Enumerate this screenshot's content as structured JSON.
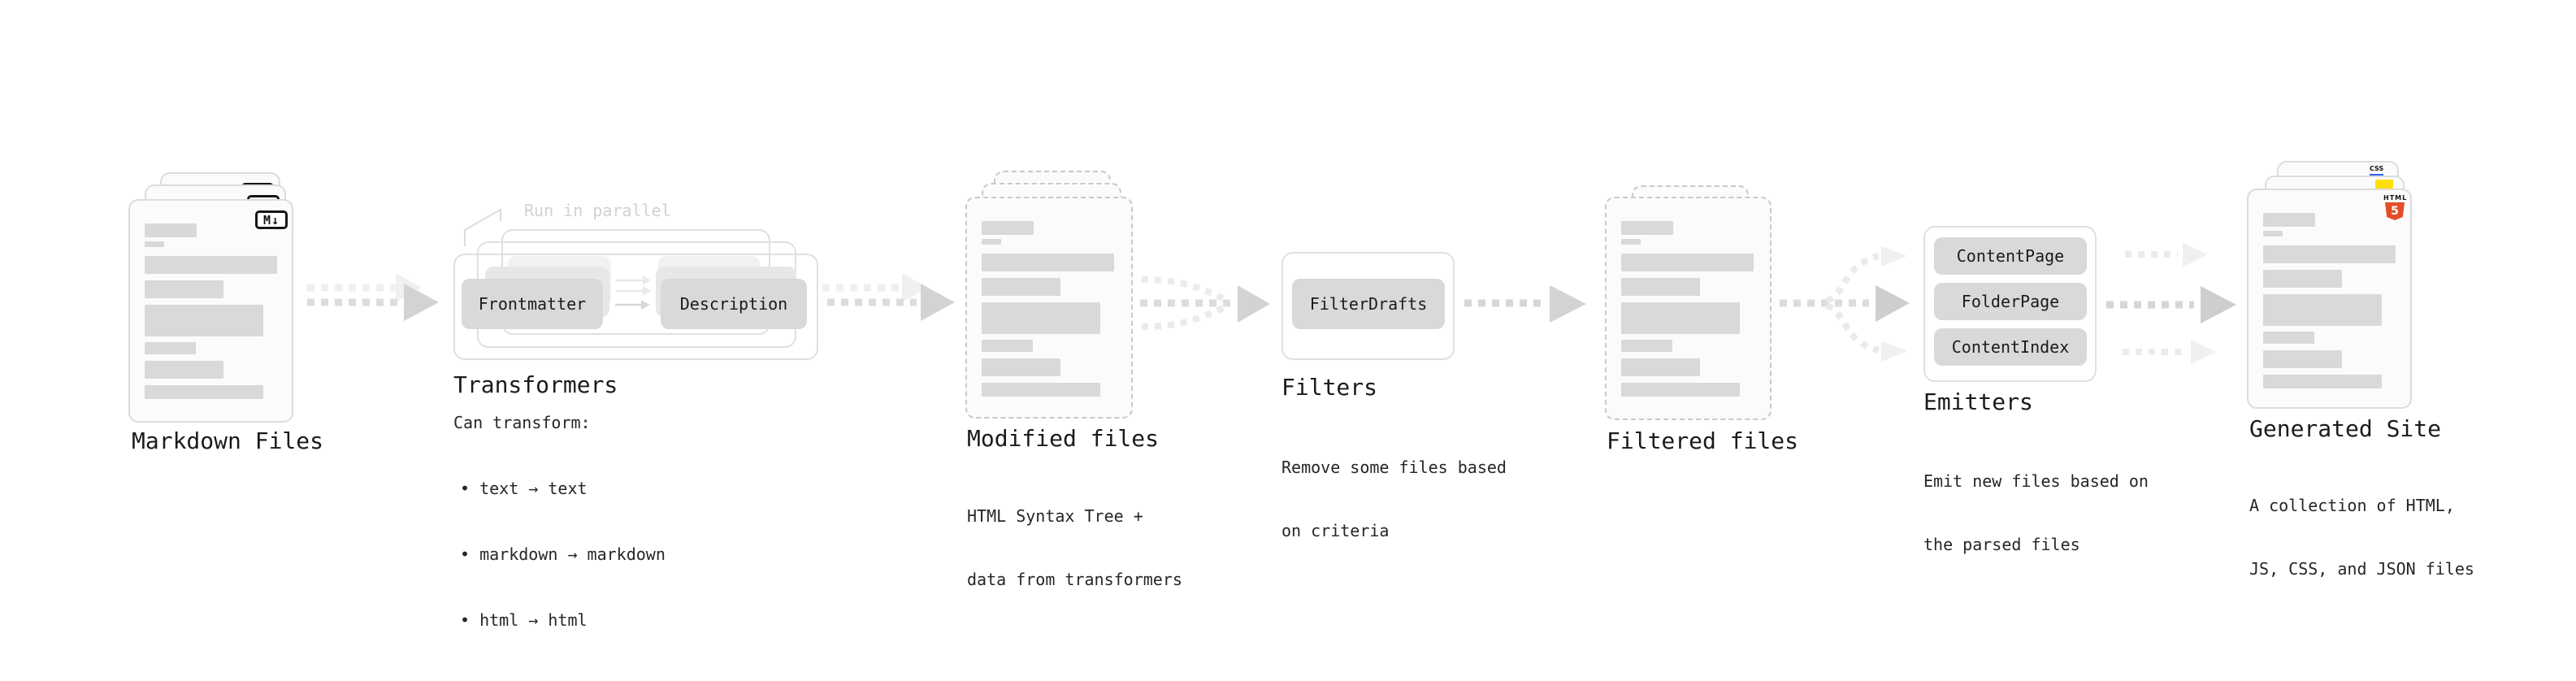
{
  "markdown": {
    "label": "Markdown Files",
    "badge": "M↓"
  },
  "transformers": {
    "label": "Transformers",
    "annotation": "Run in parallel",
    "buttons": {
      "frontmatter": "Frontmatter",
      "description": "Description"
    },
    "desc_title": "Can transform:",
    "bullets": [
      "• text → text",
      "• markdown → markdown",
      "• html → html"
    ]
  },
  "modified": {
    "label": "Modified files",
    "desc": [
      "HTML Syntax Tree +",
      "data from transformers"
    ]
  },
  "filters": {
    "label": "Filters",
    "buttons": {
      "filterdrafts": "FilterDrafts"
    },
    "desc": [
      "Remove some files based",
      "on criteria"
    ]
  },
  "filtered": {
    "label": "Filtered files"
  },
  "emitters": {
    "label": "Emitters",
    "buttons": {
      "contentpage": "ContentPage",
      "folderpage": "FolderPage",
      "contentindex": "ContentIndex"
    },
    "desc": [
      "Emit new files based on",
      "the parsed files"
    ]
  },
  "generated": {
    "label": "Generated Site",
    "desc": [
      "A collection of HTML,",
      "JS, CSS, and JSON files"
    ],
    "badges": {
      "css": "CSS",
      "html": "HTML",
      "html_number": "5"
    },
    "colors": {
      "html5_orange": "#e44d26",
      "css_blue": "#2c63e8",
      "js_yellow": "#ffe000"
    }
  }
}
